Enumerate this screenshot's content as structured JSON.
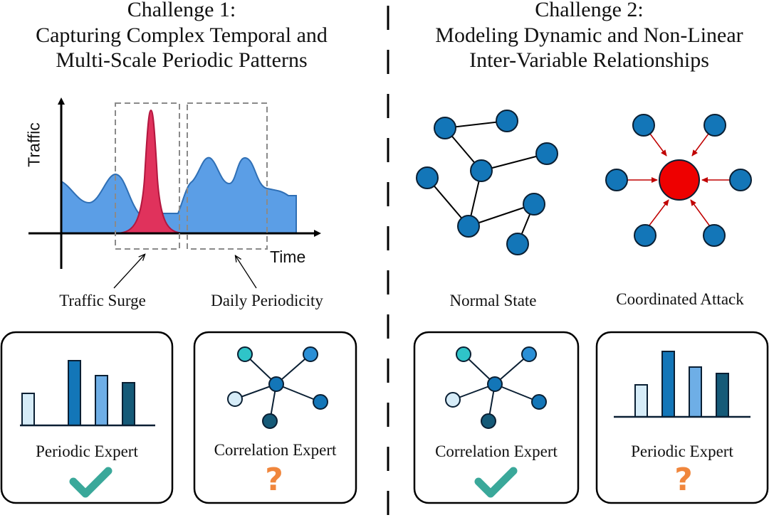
{
  "challenge1": {
    "title_lines": [
      "Challenge 1:",
      "Capturing  Complex Temporal and",
      "Multi-Scale Periodic Patterns"
    ],
    "y_axis_label": "Traffic",
    "x_axis_label": "Time",
    "annotations": [
      "Traffic Surge",
      "Daily Periodicity"
    ],
    "experts": [
      {
        "label": "Periodic Expert",
        "status": "check"
      },
      {
        "label": "Correlation Expert",
        "status": "question"
      }
    ]
  },
  "challenge2": {
    "title_lines": [
      "Challenge 2:",
      "Modeling Dynamic and Non-Linear",
      "Inter-Variable Relationships"
    ],
    "states": [
      "Normal State",
      "Coordinated Attack"
    ],
    "experts": [
      {
        "label": "Correlation Expert",
        "status": "check"
      },
      {
        "label": "Periodic Expert",
        "status": "question"
      }
    ]
  },
  "colors": {
    "node_blue": "#1376b8",
    "attack_red": "#ee0000",
    "traffic_fill": "#5b9ee6",
    "surge_fill": "#e0325c",
    "check": "#3aa89a",
    "question": "#f0863c"
  }
}
